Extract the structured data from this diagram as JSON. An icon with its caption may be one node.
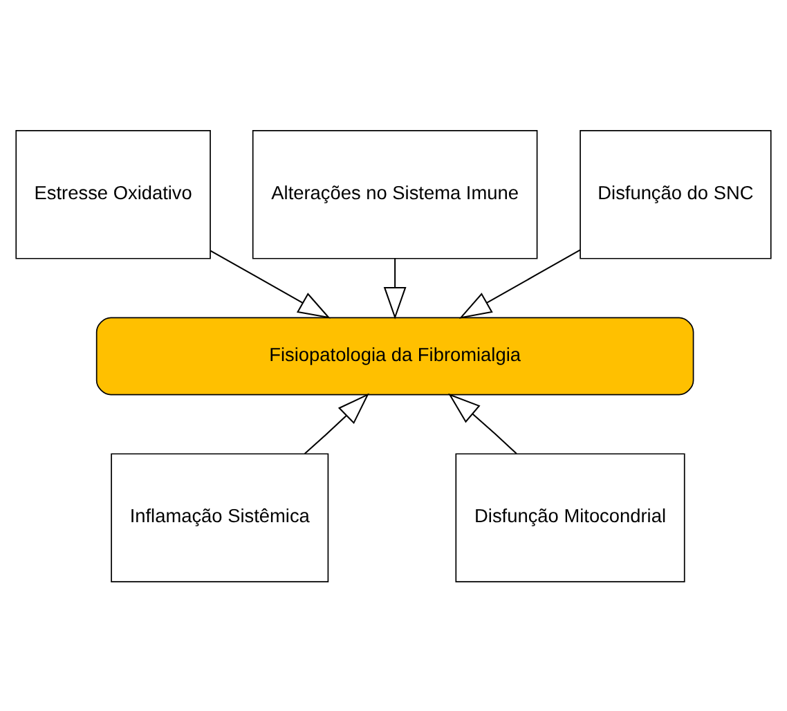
{
  "diagram": {
    "nodes": [
      {
        "text": [
          "Estresse Oxidativo"
        ]
      },
      {
        "text": [
          "Alterações no Sistema Imune"
        ]
      },
      {
        "text": [
          "Disfunção do SNC"
        ]
      },
      {
        "text": [
          "Fisiopatologia da Fibromialgia"
        ]
      },
      {
        "text": [
          "Inflamação Sistêmica"
        ]
      },
      {
        "text": [
          "Disfunção Mitocondrial"
        ]
      }
    ],
    "edges": [
      {
        "from": 0,
        "to": 3,
        "arrow": "to"
      },
      {
        "from": 1,
        "to": 3,
        "arrow": "to"
      },
      {
        "from": 2,
        "to": 3,
        "arrow": "to"
      },
      {
        "from": 4,
        "to": 3,
        "arrow": "to"
      },
      {
        "from": 5,
        "to": 3,
        "arrow": "to"
      }
    ]
  }
}
